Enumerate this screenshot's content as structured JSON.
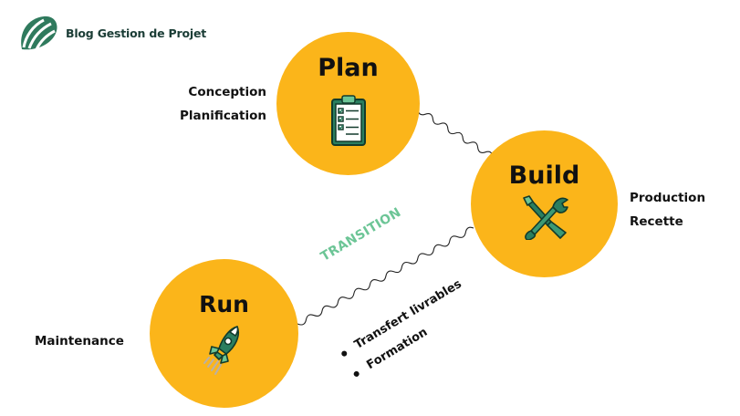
{
  "brand": {
    "name": "Blog Gestion de Projet",
    "logo_icon": "leaf-logo-icon"
  },
  "colors": {
    "circle": "#fbb51a",
    "brand_green": "#2f7a5d",
    "accent_green": "#6cc596",
    "dark_green": "#1d5a44"
  },
  "phases": {
    "plan": {
      "title": "Plan",
      "icon": "clipboard-checklist-icon",
      "tasks": [
        "Conception",
        "Planification"
      ]
    },
    "build": {
      "title": "Build",
      "icon": "wrench-screwdriver-icon",
      "tasks": [
        "Production",
        "Recette"
      ]
    },
    "run": {
      "title": "Run",
      "icon": "rocket-icon",
      "tasks": [
        "Maintenance"
      ]
    }
  },
  "transition": {
    "title": "TRANSITION",
    "items": [
      "Transfert livrables",
      "Formation"
    ]
  }
}
